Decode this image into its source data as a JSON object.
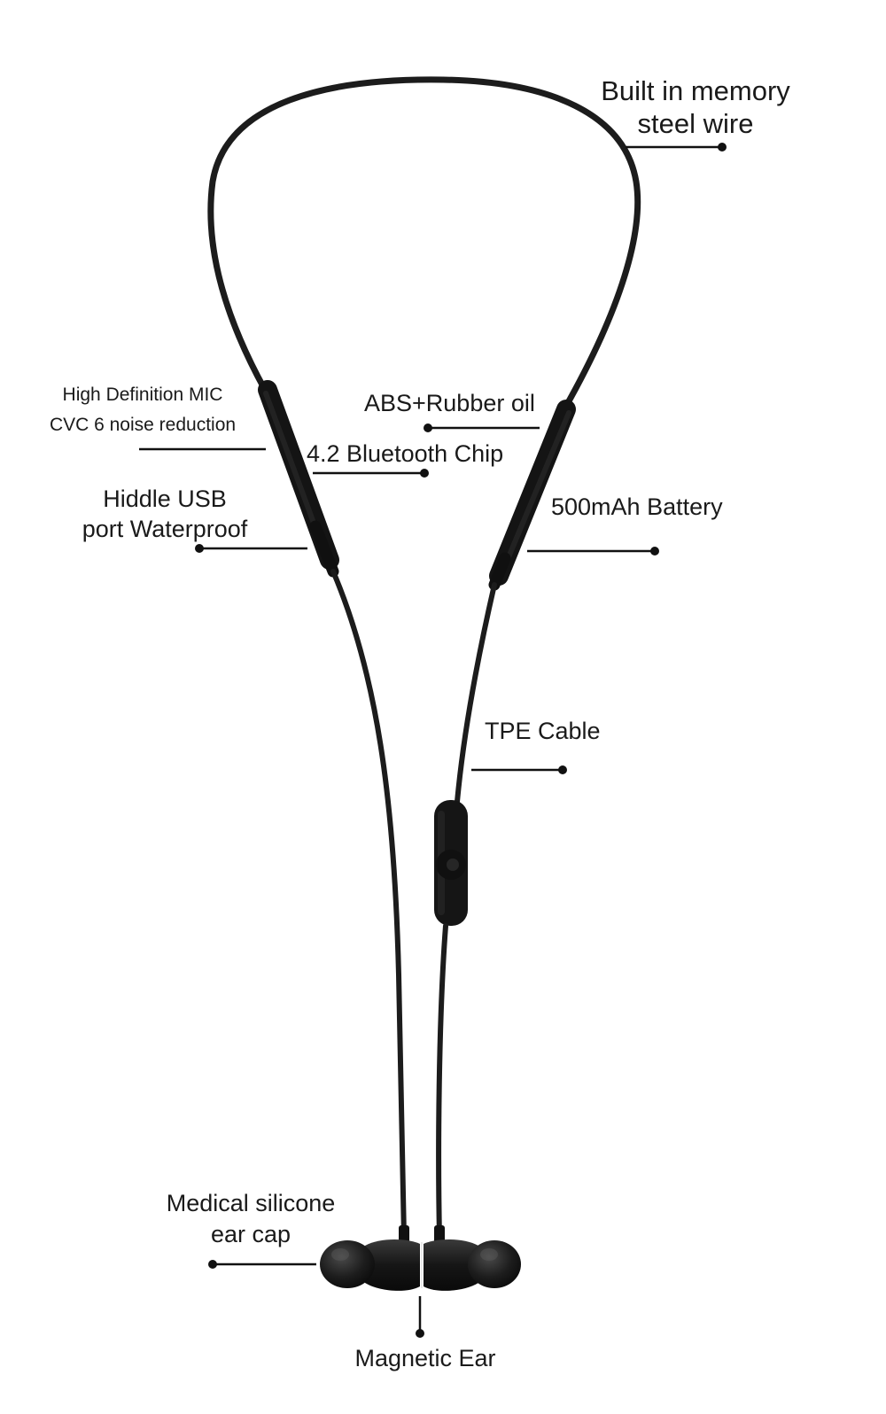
{
  "labels": {
    "memory_wire": {
      "line1": "Built in memory",
      "line2": "steel wire"
    },
    "mic": {
      "line1": "High Definition MIC",
      "line2": "CVC 6 noise reduction"
    },
    "abs": "ABS+Rubber oil",
    "bluetooth": "4.2 Bluetooth Chip",
    "usb": {
      "line1": "Hiddle USB",
      "line2": "port Waterproof"
    },
    "battery": "500mAh Battery",
    "tpe": "TPE Cable",
    "ear_cap": {
      "line1": "Medical silicone",
      "line2": "ear cap"
    },
    "magnetic": "Magnetic Ear"
  },
  "colors": {
    "cable": "#1c1c1c",
    "housing": "#161616",
    "leader": "#111111",
    "text": "#1a1a1a",
    "background": "#ffffff"
  }
}
